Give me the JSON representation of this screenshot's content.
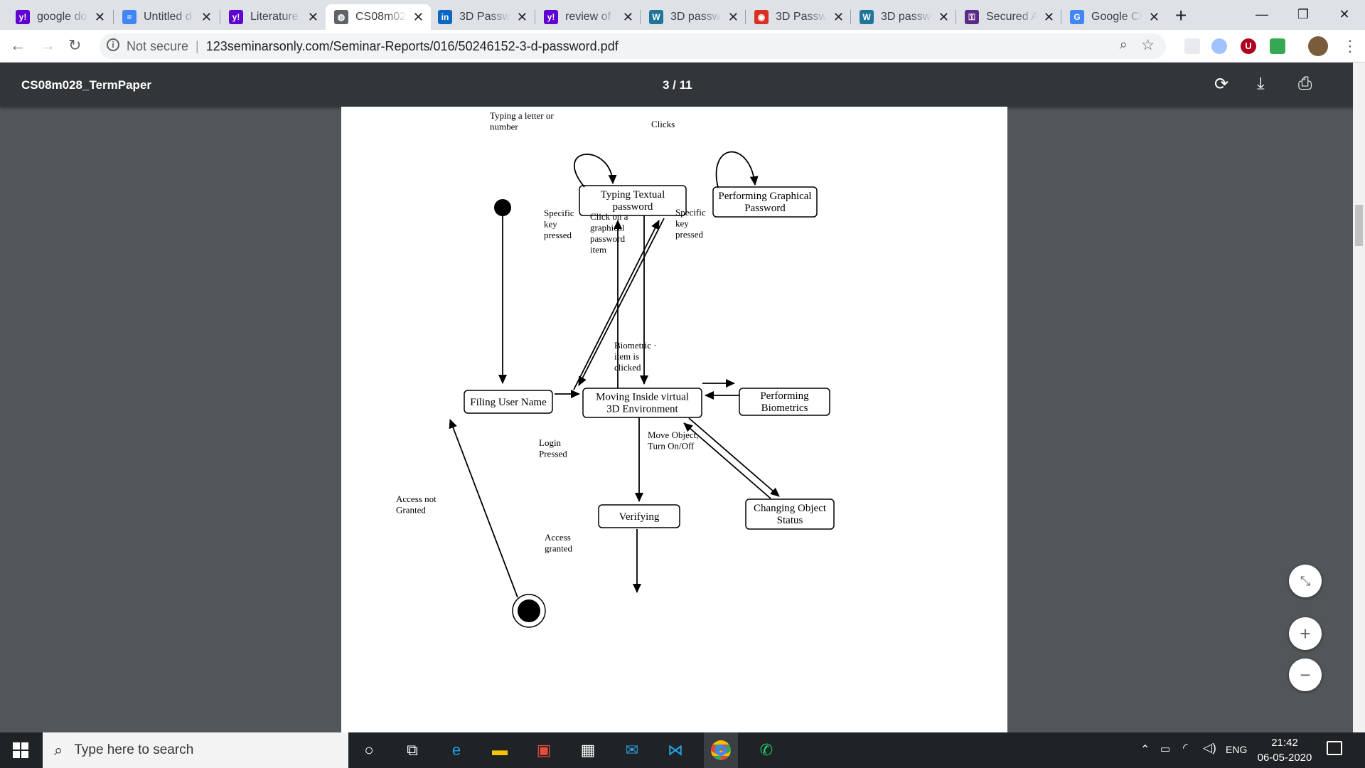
{
  "tabs": [
    {
      "title": "google do",
      "icon": "y!",
      "color": "#5f01d1"
    },
    {
      "title": "Untitled d",
      "icon": "≡",
      "color": "#4285f4"
    },
    {
      "title": "Literature",
      "icon": "y!",
      "color": "#5f01d1"
    },
    {
      "title": "CS08m028",
      "icon": "◍",
      "color": "#5f6368"
    },
    {
      "title": "3D Passwo",
      "icon": "in",
      "color": "#0a66c2"
    },
    {
      "title": "review of 3",
      "icon": "y!",
      "color": "#5f01d1"
    },
    {
      "title": "3D passwo",
      "icon": "W",
      "color": "#21759b"
    },
    {
      "title": "3D Passwo",
      "icon": "◉",
      "color": "#d93025"
    },
    {
      "title": "3D passwo",
      "icon": "W",
      "color": "#21759b"
    },
    {
      "title": "Secured A",
      "icon": "⚿",
      "color": "#5b2a86"
    },
    {
      "title": "Google Ch",
      "icon": "G",
      "color": "#4285f4"
    }
  ],
  "active_tab": 3,
  "window": {
    "new_tab": "+",
    "minimize": "—",
    "restore": "❐",
    "close": "✕"
  },
  "address": {
    "security": "Not secure",
    "url": "123seminarsonly.com/Seminar-Reports/016/50246152-3-d-password.pdf"
  },
  "pdf": {
    "title": "CS08m028_TermPaper",
    "page_indicator": "3 / 11",
    "rotate_icon": "rotate-icon",
    "download_icon": "download-icon",
    "print_icon": "print-icon"
  },
  "diagram": {
    "states": {
      "typing_textual": [
        "Typing Textual",
        "password"
      ],
      "performing_graphical": [
        "Performing Graphical",
        "Password"
      ],
      "filing_user_name": [
        "Filing User Name"
      ],
      "moving_inside": [
        "Moving Inside virtual",
        "3D Environment"
      ],
      "performing_biometrics": [
        "Performing",
        "Biometrics"
      ],
      "verifying": [
        "Verifying"
      ],
      "changing_object": [
        "Changing Object",
        "Status"
      ]
    },
    "labels": {
      "typing_loop": [
        "Typing a letter or",
        "number"
      ],
      "clicks": [
        "Clicks"
      ],
      "specific_key_1": [
        "Specific",
        "key",
        "pressed"
      ],
      "click_graphical": [
        "Click on a",
        "graphical",
        "password",
        "item"
      ],
      "specific_key_2": [
        "Specific",
        "key",
        "pressed"
      ],
      "biometric_clicked": [
        "Biometric ·",
        "item is",
        "clicked"
      ],
      "move_object": [
        "Move Object,",
        "Turn On/Off"
      ],
      "login_pressed": [
        "Login",
        "Pressed"
      ],
      "access_not_granted": [
        "Access not",
        "Granted"
      ],
      "access_granted": [
        "Access",
        "granted"
      ]
    }
  },
  "taskbar": {
    "search_placeholder": "Type here to search",
    "language": "ENG",
    "time": "21:42",
    "date": "06-05-2020"
  }
}
